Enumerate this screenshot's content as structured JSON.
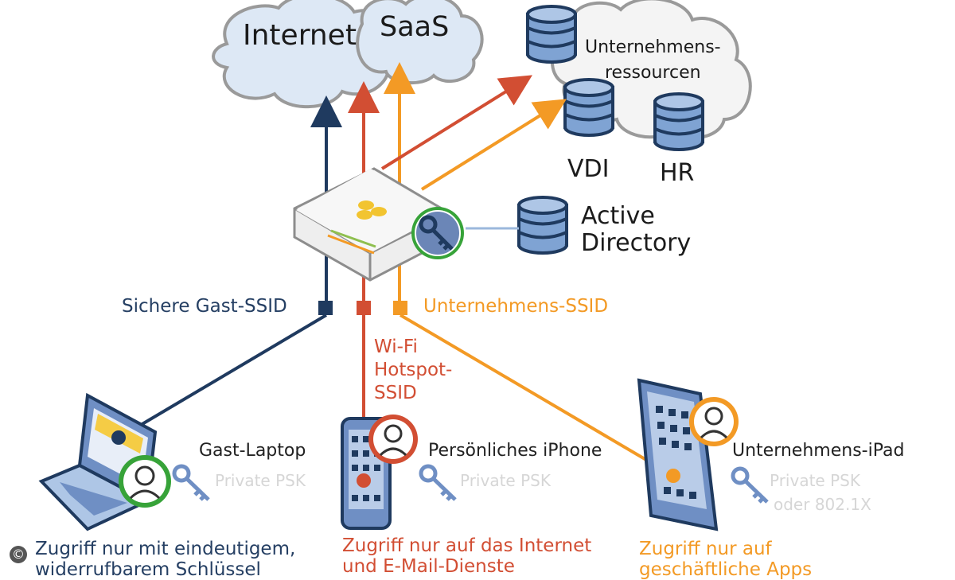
{
  "clouds": {
    "internet": "Internet",
    "saas": "SaaS",
    "enterprise_line1": "Unternehmens-",
    "enterprise_line2": "ressourcen"
  },
  "databases": {
    "vdi": "VDI",
    "hr": "HR",
    "ad_line1": "Active",
    "ad_line2": "Directory"
  },
  "ssids": {
    "guest": "Sichere Gast-SSID",
    "enterprise": "Unternehmens-SSID",
    "hotspot_line1": "Wi-Fi",
    "hotspot_line2": "Hotspot-",
    "hotspot_line3": "SSID"
  },
  "devices": [
    {
      "name": "Gast-Laptop",
      "psk_line1": "Private PSK",
      "psk_line2": ""
    },
    {
      "name": "Persönliches iPhone",
      "psk_line1": "Private PSK",
      "psk_line2": ""
    },
    {
      "name": "Unternehmens-iPad",
      "psk_line1": "Private PSK",
      "psk_line2": "oder 802.1X"
    }
  ],
  "access": {
    "guest_line1": "Zugriff nur mit eindeutigem,",
    "guest_line2": "widerrufbarem Schlüssel",
    "iphone_line1": "Zugriff nur auf das Internet",
    "iphone_line2": "und E-Mail-Dienste",
    "ipad_line1": "Zugriff nur auf",
    "ipad_line2": "geschäftliche Apps"
  },
  "copyright": "©",
  "colors": {
    "guest": "#1f3a5f",
    "hotspot": "#d24e33",
    "enterprise": "#f39a25",
    "cloud_fill": "#dde8f5",
    "db_fill": "#7fa3d3"
  }
}
